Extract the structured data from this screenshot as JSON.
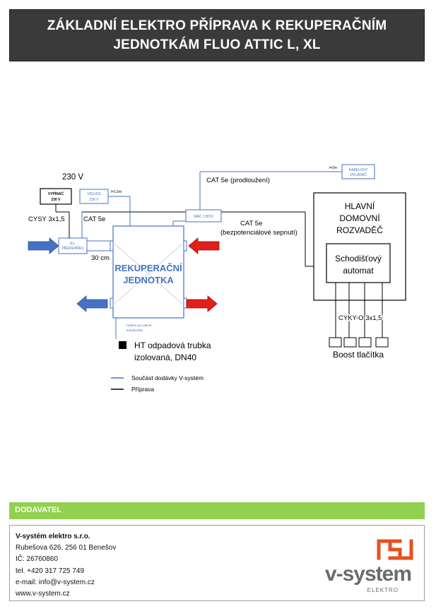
{
  "header": {
    "title_line1": "ZÁKLADNÍ ELEKTRO PŘÍPRAVA K REKUPERAČNÍM",
    "title_line2": "JEDNOTKÁM FLUO ATTIC L, XL"
  },
  "diagram": {
    "voltage_label": "230 V",
    "switch_label_1": "VYPÍNAČ",
    "switch_label_2": "230 V",
    "plug_label_1": "VIDLICE",
    "plug_label_2": "230 V",
    "plug_length": "l=1,5m",
    "cable_cysy": "CYSY 3x1,5",
    "cat5e": "CAT 5e",
    "cat5e_extension": "CAT 5e (prodloužení)",
    "cable_length": "l=2m",
    "cable_controller_1": "KABELOVÝ",
    "cable_controller_2": "OVLADAČ",
    "mac_box": "MAC 1 BOX",
    "cat5e_right": "CAT 5e",
    "potential_free": "(bezpotenciálové sepnutí)",
    "preheat_1": "EL.",
    "preheat_2": "PŘEDEHŘEV",
    "distance": "30 cm",
    "unit_1": "REKUPERAČNÍ",
    "unit_2": "JEDNOTKA",
    "condensate_1": "Hadice pro odvod",
    "condensate_2": "kondenzátu",
    "ht_pipe_1": "HT odpadová trubka",
    "ht_pipe_2": "izolovaná, DN40",
    "main_board_1": "HLAVNÍ",
    "main_board_2": "DOMOVNÍ",
    "main_board_3": "ROZVADĚČ",
    "stair_1": "Schodišťový",
    "stair_2": "automat",
    "cable_cyky": "CYKY-O 3x1,5",
    "boost": "Boost tlačítka"
  },
  "legend": {
    "item_supply": "Součást dodávky V-systém",
    "item_prep": "Příprava",
    "color_supply": "#4472c4",
    "color_prep": "#000000"
  },
  "supplier": {
    "heading": "DODAVATEL",
    "company": "V-systém elektro s.r.o.",
    "address": "Rubešova 626, 256 01  Benešov",
    "ic": "IČ: 26760860",
    "tel": "tel. +420 317 725 749",
    "email": "e-mail: info@v-system.cz",
    "web": "www.v-system.cz"
  },
  "logo": {
    "brand": "v-system",
    "sub": "ELEKTRO",
    "mark_color": "#e8501e",
    "text_color": "#6b6b6b"
  },
  "colors": {
    "header_bg": "#3a3a3a",
    "accent_green": "#92d050",
    "blue_arrow": "#4472c4",
    "red_arrow": "#e0201c"
  }
}
